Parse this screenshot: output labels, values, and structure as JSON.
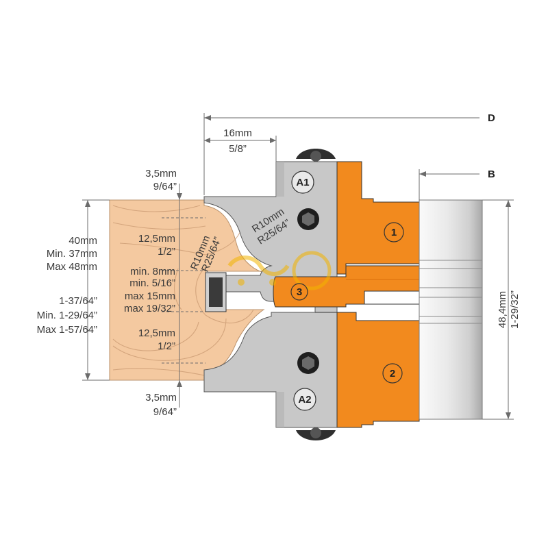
{
  "markers": {
    "d": "D",
    "b": "B"
  },
  "labels": {
    "top_width_mm": "16mm",
    "top_width_in": "5/8”",
    "top_gap_mm": "3,5mm",
    "top_gap_in": "9/64”",
    "bottom_gap_mm": "3,5mm",
    "bottom_gap_in": "9/64”",
    "stock_mm": "40mm",
    "stock_min_mm": "Min. 37mm",
    "stock_max_mm": "Max 48mm",
    "stock_in": "1-37/64”",
    "stock_min_in": "Min. 1-29/64”",
    "stock_max_in": "Max 1-57/64”",
    "upper_depth_mm": "12,5mm",
    "upper_depth_in": "1/2”",
    "groove_min_mm": "min. 8mm",
    "groove_min_in": "min. 5/16”",
    "groove_max_mm": "max 15mm",
    "groove_max_in": "max 19/32”",
    "lower_depth_mm": "12,5mm",
    "lower_depth_in": "1/2”",
    "radius_left_mm": "R10mm",
    "radius_left_in": "R25/64”",
    "radius_right_mm": "R10mm",
    "radius_right_in": "R25/64”",
    "tool_height_mm": "48,4mm",
    "tool_height_in": "1-29/32”"
  },
  "parts": {
    "a1": "A1",
    "a2": "A2",
    "p1": "1",
    "p2": "2",
    "p3": "3"
  },
  "colors": {
    "wood": "#f4c9a0",
    "wood_grain": "#c89870",
    "steel": "#c8c8c8",
    "steel_dark": "#9a9a9a",
    "orange": "#f28a1e",
    "orange_dark": "#d96f0a",
    "arbor_light": "#f2f2f2",
    "arbor_dark": "#b5b5b5",
    "badge": "#e9e9e9"
  }
}
